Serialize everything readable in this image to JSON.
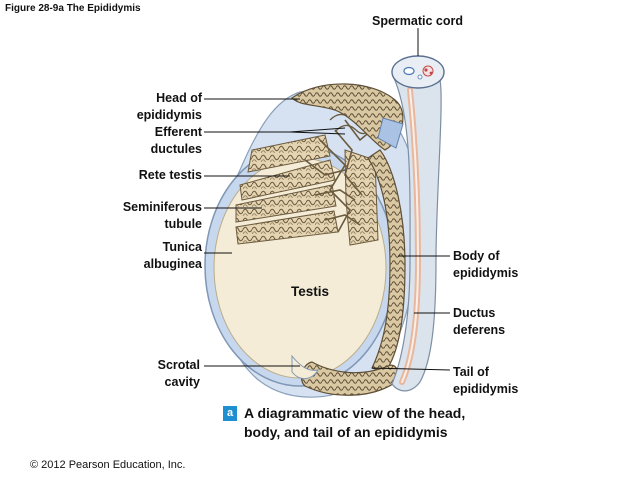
{
  "figure": {
    "title": "Figure 28-9a  The Epididymis",
    "copyright": "© 2012 Pearson Education, Inc.",
    "caption_badge": "a",
    "caption": "A diagrammatic view of the head, body, and tail of an epididymis"
  },
  "labels": {
    "spermatic_cord": "Spermatic cord",
    "head_of_epididymis": [
      "Head of",
      "epididymis"
    ],
    "efferent_ductules": [
      "Efferent",
      "ductules"
    ],
    "rete_testis": "Rete testis",
    "seminiferous_tubule": [
      "Seminiferous",
      "tubule"
    ],
    "tunica_albuginea": [
      "Tunica",
      "albuginea"
    ],
    "testis": "Testis",
    "scrotal_cavity": [
      "Scrotal",
      "cavity"
    ],
    "body_of_epididymis": [
      "Body of",
      "epididymis"
    ],
    "ductus_deferens": [
      "Ductus",
      "deferens"
    ],
    "tail_of_epididymis": [
      "Tail of",
      "epididymis"
    ]
  },
  "colors": {
    "tunica_blue": "#c7d8ee",
    "testis_cream": "#f4ecd6",
    "lobule_tan": "#dcc9a4",
    "tubule_line": "#6b5a3e",
    "epididymis_gray": "#9aa6b2",
    "ductus_pink": "#f3d7c9",
    "caption_badge_blue": "#1e8fd0",
    "leader_line": "#111111"
  }
}
